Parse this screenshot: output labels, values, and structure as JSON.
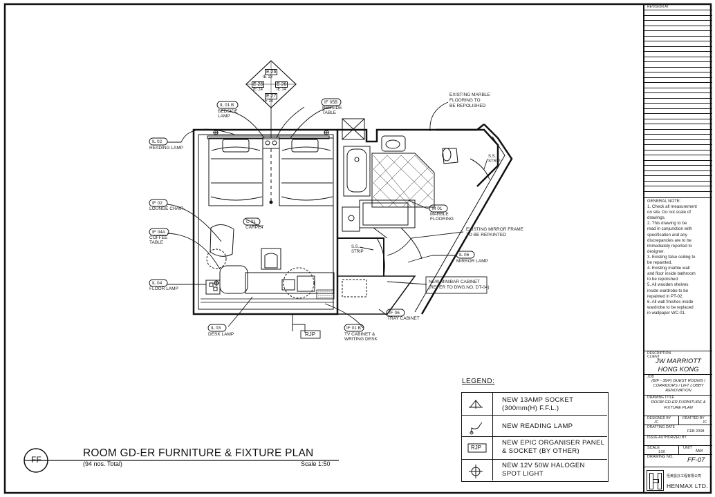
{
  "drawing": {
    "title": "ROOM GD-ER FURNITURE & FIXTURE PLAN",
    "subtitle": "(94 nos. Total)",
    "scale_text": "Scale  1:50",
    "bubble": "FF"
  },
  "labels": {
    "reading_lamp_tag": "IL 02",
    "reading_lamp": "READING LAMP",
    "bedside_lamp_tag": "IL 01 B",
    "bedside_lamp_1": "BEDSIDE",
    "bedside_lamp_2": "LAMP",
    "bedside_table_tag": "IF 05B",
    "bedside_table_1": "BEDSIDE",
    "bedside_table_2": "TABLE",
    "lounge_chair_tag": "IF 02",
    "lounge_chair": "LOUNGE CHAIR",
    "coffee_table_tag": "IF 04A",
    "coffee_table_1": "COFFEE",
    "coffee_table_2": "TABLE",
    "floor_lamp_tag": "IL 04",
    "floor_lamp": "FLOOR LAMP",
    "carpet_tag": "C 01",
    "carpet": "CARPET",
    "desk_lamp_tag": "IL 03",
    "desk_lamp": "DESK LAMP",
    "rjp": "RJP",
    "tv_cabinet_tag": "IF 01 B",
    "tv_cabinet_1": "TV CABINET &",
    "tv_cabinet_2": "WRITING DESK",
    "tray_cabinet_tag": "IF 06",
    "tray_cabinet": "TRAY CABINET",
    "marble_floor_1": "EXISTING MARBLE",
    "marble_floor_2": "FLOORING TO",
    "marble_floor_3": "BE REPOLISHED",
    "ss_strip_1": "S.S.",
    "ss_strip_2": "STRIP",
    "marble_tag": "M 01",
    "marble_1": "MARBLE",
    "marble_2": "FLOORING",
    "mirror_frame_1": "EXISTING MIRROR FRAME",
    "mirror_frame_2": "TO BE REPAINTED",
    "mirror_lamp_tag": "IL 06",
    "mirror_lamp": "MIRROR LAMP",
    "minibar_1": "NEW MINIBAR CABINET",
    "minibar_2": "(REFER TO DWG.NO. DT-04)",
    "spot_tags": [
      "E 26",
      "IE 13",
      "E 25",
      "IE 14",
      "E 26",
      "IE 14",
      "E 27",
      "IE 14"
    ]
  },
  "legend": {
    "heading": "LEGEND:",
    "items": [
      {
        "icon": "socket-symbol-icon",
        "line1": "NEW 13AMP SOCKET",
        "line2": "(300mm(H) F.F.L.)"
      },
      {
        "icon": "reading-lamp-symbol-icon",
        "line1": "NEW READING LAMP",
        "line2": ""
      },
      {
        "icon": "rjp-symbol-icon",
        "icon_text": "RJP",
        "line1": "NEW EPIC ORGANISER PANEL",
        "line2": "& SOCKET (BY OTHER)"
      },
      {
        "icon": "halogen-spot-symbol-icon",
        "line1": "NEW 12V 50W HALOGEN",
        "line2": "SPOT LIGHT"
      }
    ]
  },
  "title_block": {
    "revision_header": "REVISION AT",
    "general_note_heading": "GENERAL NOTE:",
    "notes": [
      "1. Check all measurement",
      "on site. Do not scale of",
      "drawings.",
      "2. This drawing to be",
      "read in conjunction with",
      "specification and any",
      "discrepancies are to be",
      "immediately reported to",
      "designer.",
      "3. Existing false ceiling to",
      "be repainted.",
      "4. Existing marble wall",
      "and floor inside bathroom",
      "to be repolished.",
      "5. All wooden shelves",
      "inside wardrobe to be",
      "repainted in PT-02.",
      "6. All wall finishes inside",
      "wardrobe to be replaced",
      "in wallpaper WC-01."
    ],
    "description_label": "DESCRIPTION",
    "client_label": "CLIENT",
    "client_1": "JW MARRIOTT",
    "client_2": "HONG KONG",
    "job_label": "JOB",
    "job_1": "(B/F - 35/F) GUEST ROOMS /",
    "job_2": "CORRIDORS / LIFT LOBBY",
    "job_3": "RENOVATION",
    "drawing_title_label": "DRAWING TITLE",
    "drawing_title_1": "ROOM GD-ER FURNITURE &",
    "drawing_title_2": "FIXTURE PLAN",
    "designed_label": "DESIGNED BY",
    "designed_value": "JC",
    "drafted_label": "DRAFTED BY",
    "drafted_value": "JC",
    "date_label": "DRAFTING DATE",
    "date_value": "FEB 2008",
    "issue_label": "ISSUE AUTHORIZED BY",
    "scale_label": "SCALE",
    "scale_value": "1:50",
    "unit_label": "UNIT",
    "unit_value": "MM",
    "drawing_no_label": "DRAWING NO.",
    "drawing_no": "FF-07",
    "company_chinese": "恆美設計工程有限公司",
    "company": "HENMAX LTD."
  }
}
